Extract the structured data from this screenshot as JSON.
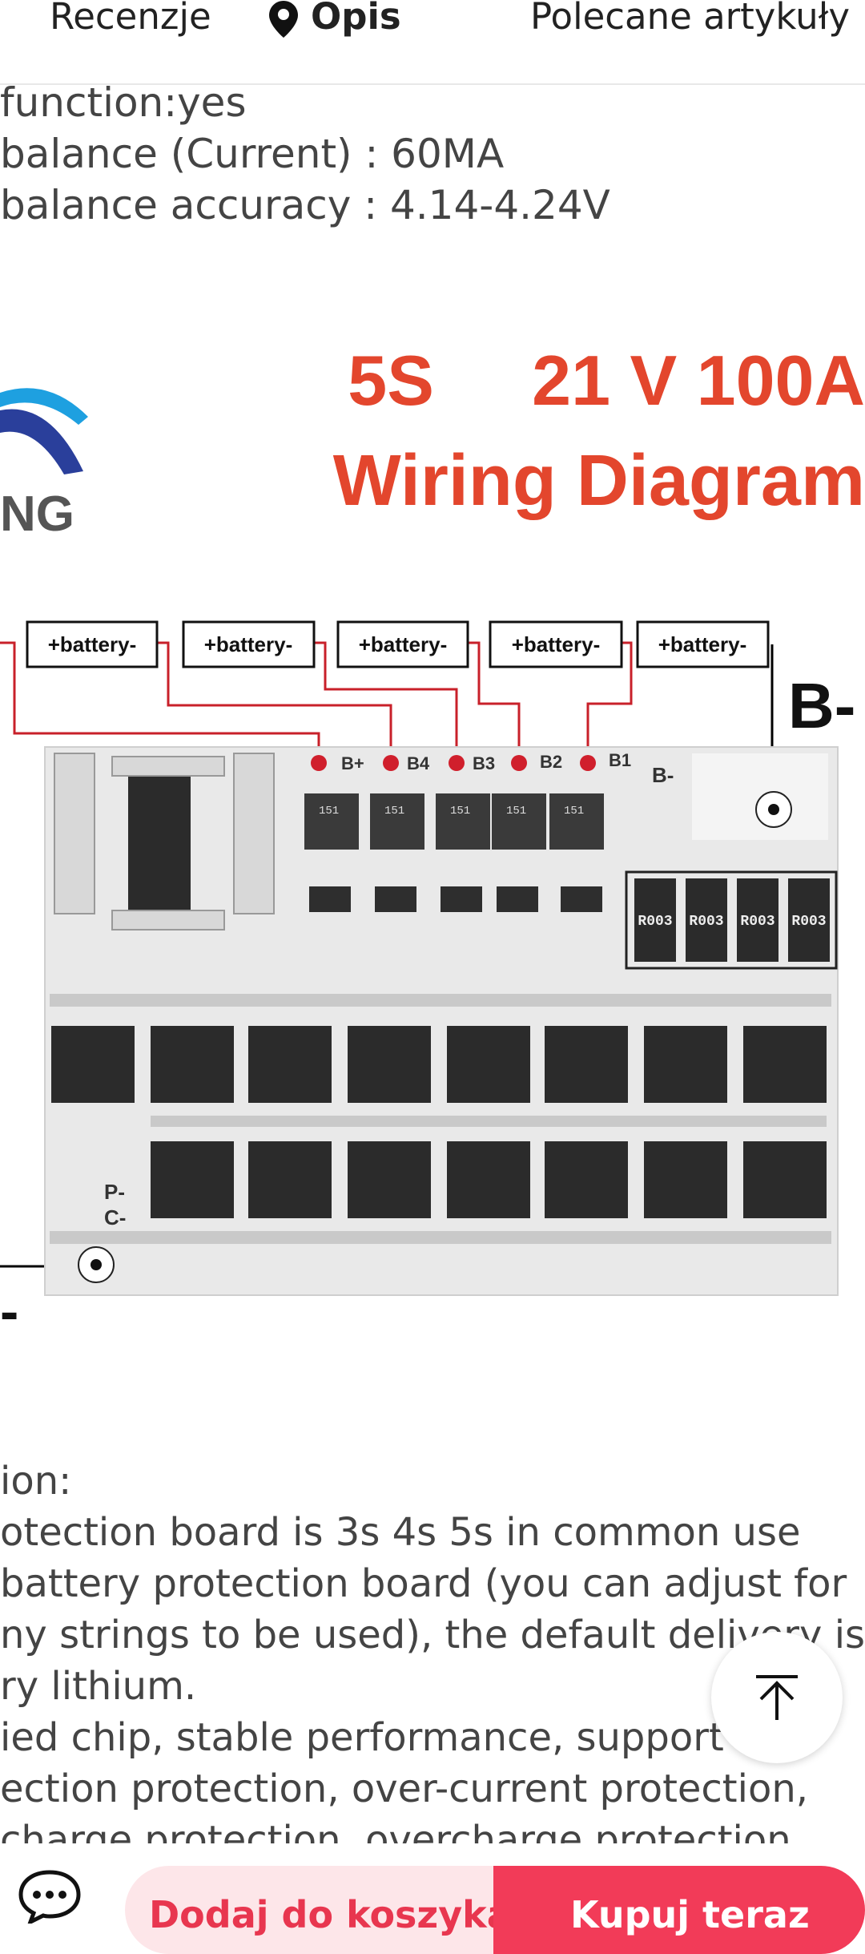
{
  "tabs": {
    "reviews": "Recenzje",
    "description": "Opis",
    "recommended": "Polecane artykuły"
  },
  "specs": [
    "function:yes",
    "balance (Current) : 60MA",
    "balance accuracy : 4.14-4.24V"
  ],
  "figure": {
    "brand_text": "NG",
    "title_line1": "5S     21 V 100A",
    "title_line2": "Wiring Diagram",
    "battery_labels": [
      "+battery-",
      "+battery-",
      "+battery-",
      "+battery-",
      "+battery-"
    ],
    "pin_labels": [
      "B+",
      "B4",
      "B3",
      "B2",
      "B1"
    ],
    "b_minus_board": "B-",
    "b_minus_big": "B-",
    "p_label": "P-",
    "c_label": "C-",
    "resistor_labels": [
      "R003",
      "R003",
      "R003",
      "R003"
    ],
    "smd_label": "151",
    "bottom_minus": "-"
  },
  "description": [
    "ion:",
    "otection board is 3s 4s 5s in common use",
    "battery protection board (you can adjust for",
    "ny strings to be used), the default delivery is",
    "ry lithium.",
    "ied chip, stable performance, support",
    "ection protection, over-current protection,",
    "charge protection, overcharge protection"
  ],
  "actions": {
    "add_to_cart": "Dodaj do koszyka",
    "buy_now": "Kupuj teraz"
  },
  "colors": {
    "accent": "#f23b58",
    "accent_light": "#fde6e9",
    "diagram_red": "#e3462d",
    "wire_red": "#c8202a",
    "logo_blue": "#2a3f9b"
  }
}
